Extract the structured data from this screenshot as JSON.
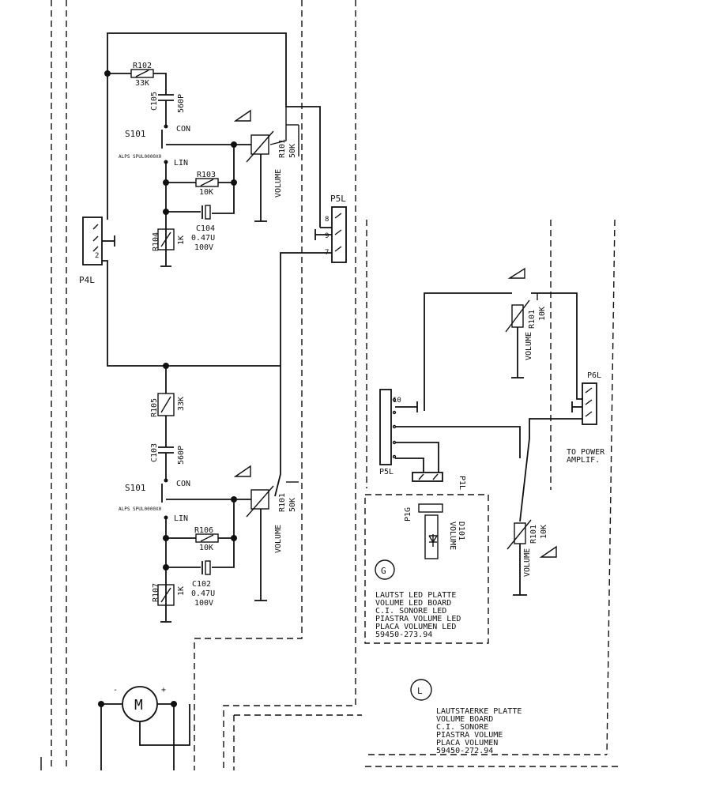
{
  "components": {
    "r102": {
      "ref": "R102",
      "value": "33K"
    },
    "c105": {
      "ref": "C105",
      "value": "560P"
    },
    "s101_top": {
      "ref": "S101",
      "pos_con": "CON",
      "pos_lin": "LIN",
      "part": "ALPS SPUL0000X0"
    },
    "r101_top": {
      "ref": "R101",
      "value": "50K",
      "name": "VOLUME"
    },
    "r103": {
      "ref": "R103",
      "value": "10K"
    },
    "c104": {
      "ref": "C104",
      "value": "0.47U",
      "voltage": "100V"
    },
    "r104": {
      "ref": "R104",
      "value": "1K"
    },
    "p4l": {
      "ref": "P4L"
    },
    "p5l_top": {
      "ref": "P5L"
    },
    "r105": {
      "ref": "R105",
      "value": "33K"
    },
    "c103": {
      "ref": "C103",
      "value": "560P"
    },
    "s101_bot": {
      "ref": "S101",
      "pos_con": "CON",
      "pos_lin": "LIN",
      "part": "ALPS SPUL0000X0"
    },
    "r101_bot": {
      "ref": "R101",
      "value": "50K",
      "name": "VOLUME"
    },
    "r106": {
      "ref": "R106",
      "value": "10K"
    },
    "c102": {
      "ref": "C102",
      "value": "0.47U",
      "voltage": "100V"
    },
    "r107": {
      "ref": "R107",
      "value": "1K"
    },
    "motor": {
      "symbol": "M",
      "minus": "-",
      "plus": "+"
    },
    "r101_right": {
      "ref": "R101",
      "value": "10K",
      "name": "VOLUME"
    },
    "p6l": {
      "ref": "P6L"
    },
    "p5l_right": {
      "ref": "P5L",
      "pin": "10"
    },
    "p1l": {
      "ref": "P1L"
    },
    "p1g": {
      "ref": "P1G"
    },
    "d101": {
      "ref": "D101",
      "name": "VOLUME"
    },
    "r101_low": {
      "ref": "R101",
      "value": "10K",
      "name": "VOLUME"
    }
  },
  "labels": {
    "to_power_line1": "TO POWER",
    "to_power_line2": "AMPLIF.",
    "p4l_pin": "2",
    "p5l_pins": [
      "8",
      "9",
      "7"
    ]
  },
  "board_g": {
    "letter": "G",
    "lines": [
      "LAUTST LED PLATTE",
      "VOLUME LED BOARD",
      "C.I. SONORE LED",
      "PIASTRA VOLUME LED",
      "PLACA VOLUMEN LED",
      "59450-273.94"
    ]
  },
  "board_l": {
    "letter": "L",
    "lines": [
      "LAUTSTAERKE PLATTE",
      "VOLUME BOARD",
      "C.I. SONORE",
      "PIASTRA VOLUME",
      "PLACA VOLUMEN",
      "59450-272.94"
    ]
  }
}
